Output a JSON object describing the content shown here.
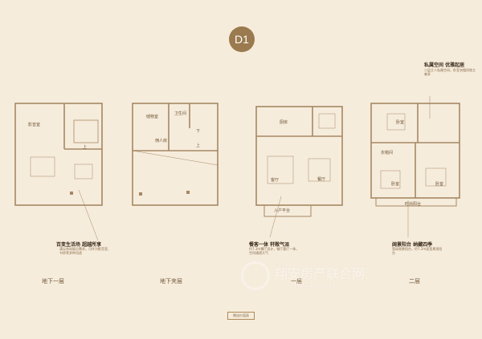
{
  "unit_badge": "D1",
  "floors": [
    {
      "label": "地下一层"
    },
    {
      "label": "地下夹层"
    },
    {
      "label": "一层"
    },
    {
      "label": "二层"
    }
  ],
  "rooms": {
    "b1_theater": "影音室",
    "b1_up": "上",
    "b2_store": "储物室",
    "b2_maid": "佣人房",
    "b2_toilet": "卫生间",
    "b2_down": "下",
    "b2_up": "上",
    "f1_kitchen": "厨房",
    "f1_living": "客厅",
    "f1_dining": "餐厅",
    "f1_entry": "入户平台",
    "f2_bed1": "卧室",
    "f2_closet": "衣帽间",
    "f2_bed2": "卧室",
    "f2_bed3": "卧室",
    "f2_balcony": "时尚阳台"
  },
  "annotations": [
    {
      "title": "百变生活场 超越所享",
      "desc": "满足休闲娱乐需求，可作为影音室、书房等多种用途"
    },
    {
      "title": "餐客一体 轩敞气派",
      "desc": "约7.3m横厅设计，餐厅客厅一体，空间通透大气"
    },
    {
      "title": "阔景阳台 纳藏四季",
      "desc": "宽阔观景阳台，约7.2m面宽景观阳台"
    },
    {
      "title": "私属空间 优雅起居",
      "desc": "二层主人私属空间，卧室衣帽间独立尊享"
    }
  ],
  "footnote": "赠送价值面",
  "watermark": {
    "main": "翔安房产联合网",
    "sub": "0594.com"
  },
  "colors": {
    "background": "#f6ecdc",
    "line": "#a58863",
    "badge": "#9a7a4e"
  }
}
